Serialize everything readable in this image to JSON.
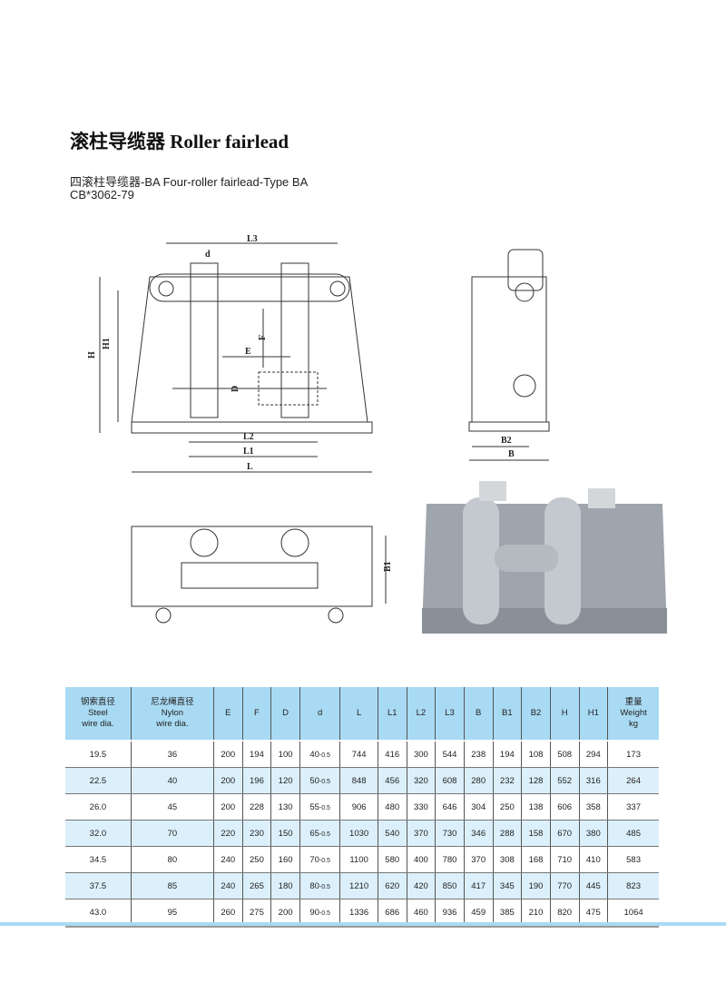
{
  "title": "滚柱导缆器 Roller fairlead",
  "subtitle": "四滚柱导缆器-BA Four-roller fairlead-Type BA",
  "standard": "CB*3062-79",
  "drawing_labels": {
    "L3": "L3",
    "d": "d",
    "H1": "H1",
    "H": "H",
    "F": "F",
    "E": "E",
    "D": "D",
    "L2": "L2",
    "L1": "L1",
    "L": "L",
    "B2": "B2",
    "B": "B",
    "B1": "B1"
  },
  "table": {
    "headers": [
      [
        "钢索直径",
        "Steel",
        "wire dia."
      ],
      [
        "尼龙绳直径",
        "Nylon",
        "wire dia."
      ],
      [
        "E"
      ],
      [
        "F"
      ],
      [
        "D"
      ],
      [
        "d"
      ],
      [
        "L"
      ],
      [
        "L1"
      ],
      [
        "L2"
      ],
      [
        "L3"
      ],
      [
        "B"
      ],
      [
        "B1"
      ],
      [
        "B2"
      ],
      [
        "H"
      ],
      [
        "H1"
      ],
      [
        "重量",
        "Weight",
        "kg"
      ]
    ],
    "d_tolerance": "-0.5",
    "rows": [
      [
        "19.5",
        "36",
        "200",
        "194",
        "100",
        "40",
        "744",
        "416",
        "300",
        "544",
        "238",
        "194",
        "108",
        "508",
        "294",
        "173"
      ],
      [
        "22.5",
        "40",
        "200",
        "196",
        "120",
        "50",
        "848",
        "456",
        "320",
        "608",
        "280",
        "232",
        "128",
        "552",
        "316",
        "264"
      ],
      [
        "26.0",
        "45",
        "200",
        "228",
        "130",
        "55",
        "906",
        "480",
        "330",
        "646",
        "304",
        "250",
        "138",
        "606",
        "358",
        "337"
      ],
      [
        "32.0",
        "70",
        "220",
        "230",
        "150",
        "65",
        "1030",
        "540",
        "370",
        "730",
        "346",
        "288",
        "158",
        "670",
        "380",
        "485"
      ],
      [
        "34.5",
        "80",
        "240",
        "250",
        "160",
        "70",
        "1100",
        "580",
        "400",
        "780",
        "370",
        "308",
        "168",
        "710",
        "410",
        "583"
      ],
      [
        "37.5",
        "85",
        "240",
        "265",
        "180",
        "80",
        "1210",
        "620",
        "420",
        "850",
        "417",
        "345",
        "190",
        "770",
        "445",
        "823"
      ],
      [
        "43.0",
        "95",
        "260",
        "275",
        "200",
        "90",
        "1336",
        "686",
        "460",
        "936",
        "459",
        "385",
        "210",
        "820",
        "475",
        "1064"
      ]
    ]
  }
}
